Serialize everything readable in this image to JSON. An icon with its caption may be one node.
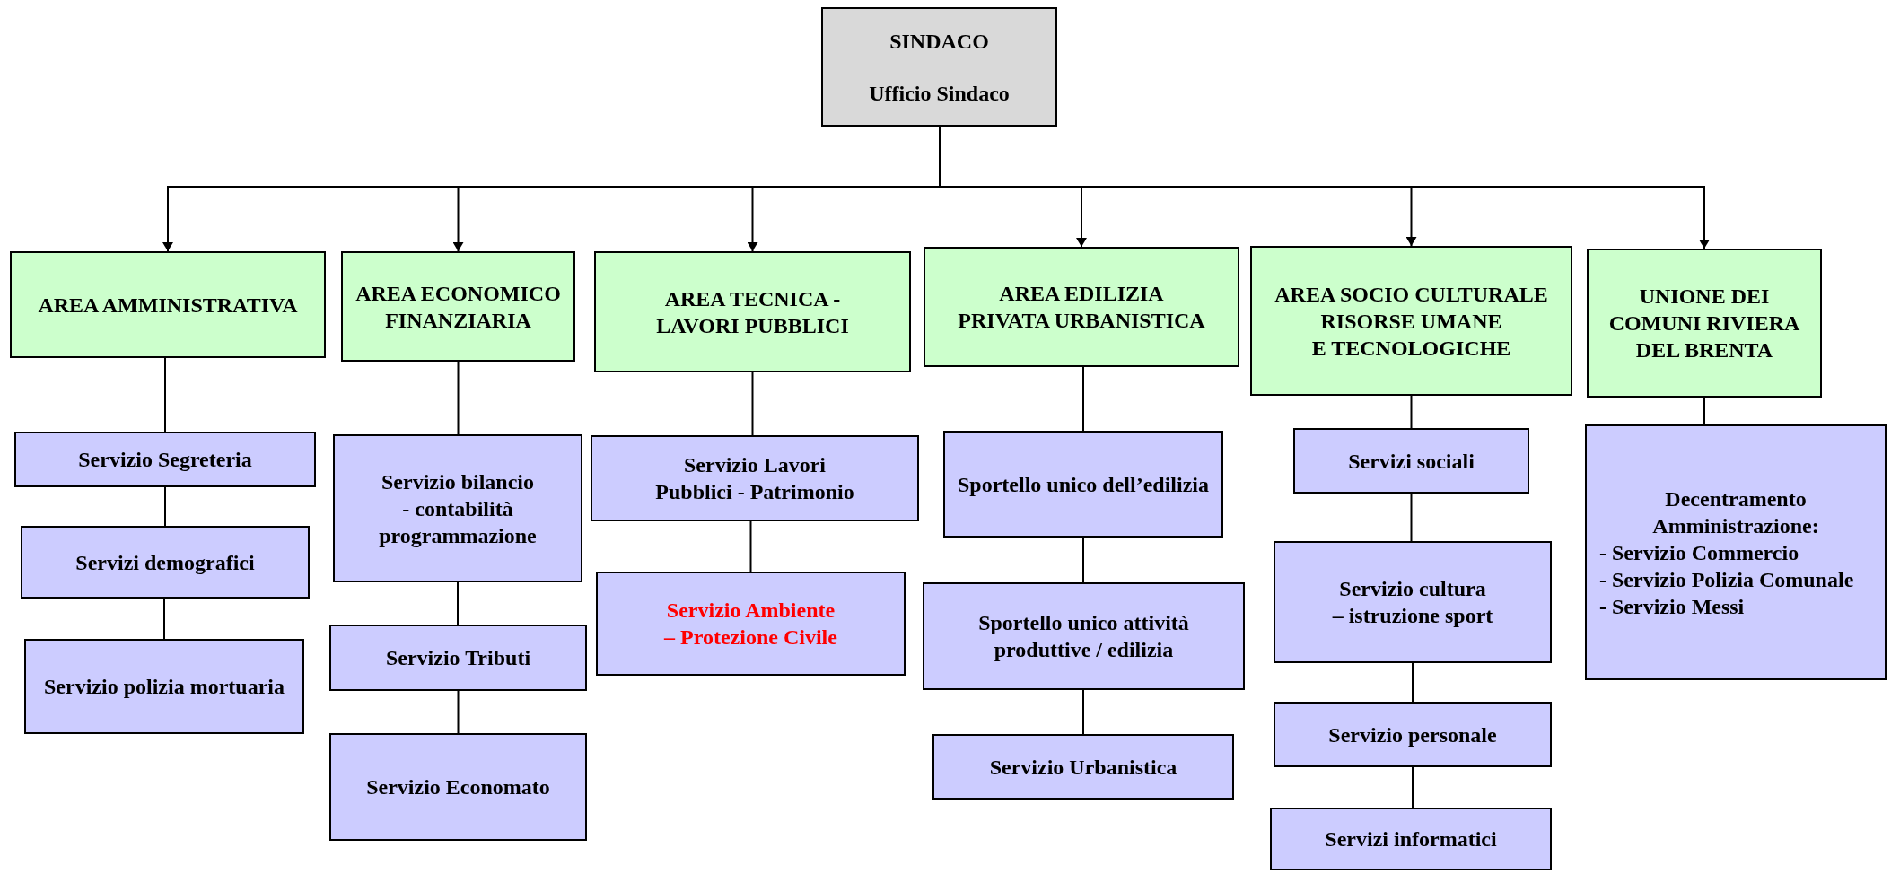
{
  "diagram": {
    "nodes": [
      {
        "text": [
          "SINDACO",
          "Ufficio Sindaco"
        ]
      },
      {
        "text": [
          "AREA AMMINISTRATIVA"
        ]
      },
      {
        "text": [
          "AREA ECONOMICO FINANZIARIA"
        ]
      },
      {
        "text": [
          "AREA TECNICA - LAVORI PUBBLICI"
        ]
      },
      {
        "text": [
          "AREA EDILIZIA PRIVATA URBANISTICA"
        ]
      },
      {
        "text": [
          "AREA SOCIO CULTURALE RISORSE UMANE E TECNOLOGICHE"
        ]
      },
      {
        "text": [
          "UNIONE DEI COMUNI RIVIERA DEL BRENTA"
        ]
      },
      {
        "text": [
          "Servizio Segreteria"
        ]
      },
      {
        "text": [
          "Servizi demografici"
        ]
      },
      {
        "text": [
          "Servizio polizia mortuaria"
        ]
      },
      {
        "text": [
          "Servizio bilancio - contabilità programmazione"
        ]
      },
      {
        "text": [
          "Servizio Tributi"
        ]
      },
      {
        "text": [
          "Servizio Economato"
        ]
      },
      {
        "text": [
          "Servizio Lavori Pubblici - Patrimonio"
        ]
      },
      {
        "text": [
          "Servizio Ambiente – Protezione Civile"
        ]
      },
      {
        "text": [
          "Sportello unico dell’edilizia"
        ]
      },
      {
        "text": [
          "Sportello unico attività produttive / edilizia"
        ]
      },
      {
        "text": [
          "Servizio Urbanistica"
        ]
      },
      {
        "text": [
          "Servizi sociali"
        ]
      },
      {
        "text": [
          "Servizio cultura – istruzione sport"
        ]
      },
      {
        "text": [
          "Servizio personale"
        ]
      },
      {
        "text": [
          "Servizi informatici"
        ]
      },
      {
        "text": [
          "Decentramento Amministrazione:",
          "- Servizio Commercio",
          "- Servizio Polizia Comunale",
          "- Servizio Messi"
        ]
      }
    ],
    "edges": [
      {
        "from": 0,
        "to": 1,
        "arrow": "to"
      },
      {
        "from": 0,
        "to": 2,
        "arrow": "to"
      },
      {
        "from": 0,
        "to": 3,
        "arrow": "to"
      },
      {
        "from": 0,
        "to": 4,
        "arrow": "to"
      },
      {
        "from": 0,
        "to": 5,
        "arrow": "to"
      },
      {
        "from": 0,
        "to": 6,
        "arrow": "to"
      },
      {
        "from": 1,
        "to": 7,
        "arrow": "none"
      },
      {
        "from": 7,
        "to": 8,
        "arrow": "none"
      },
      {
        "from": 8,
        "to": 9,
        "arrow": "none"
      },
      {
        "from": 2,
        "to": 10,
        "arrow": "none"
      },
      {
        "from": 10,
        "to": 11,
        "arrow": "none"
      },
      {
        "from": 11,
        "to": 12,
        "arrow": "none"
      },
      {
        "from": 3,
        "to": 13,
        "arrow": "none"
      },
      {
        "from": 13,
        "to": 14,
        "arrow": "none"
      },
      {
        "from": 4,
        "to": 15,
        "arrow": "none"
      },
      {
        "from": 15,
        "to": 16,
        "arrow": "none"
      },
      {
        "from": 16,
        "to": 17,
        "arrow": "none"
      },
      {
        "from": 5,
        "to": 18,
        "arrow": "none"
      },
      {
        "from": 18,
        "to": 19,
        "arrow": "none"
      },
      {
        "from": 19,
        "to": 20,
        "arrow": "none"
      },
      {
        "from": 20,
        "to": 21,
        "arrow": "none"
      },
      {
        "from": 6,
        "to": 22,
        "arrow": "none"
      }
    ]
  }
}
